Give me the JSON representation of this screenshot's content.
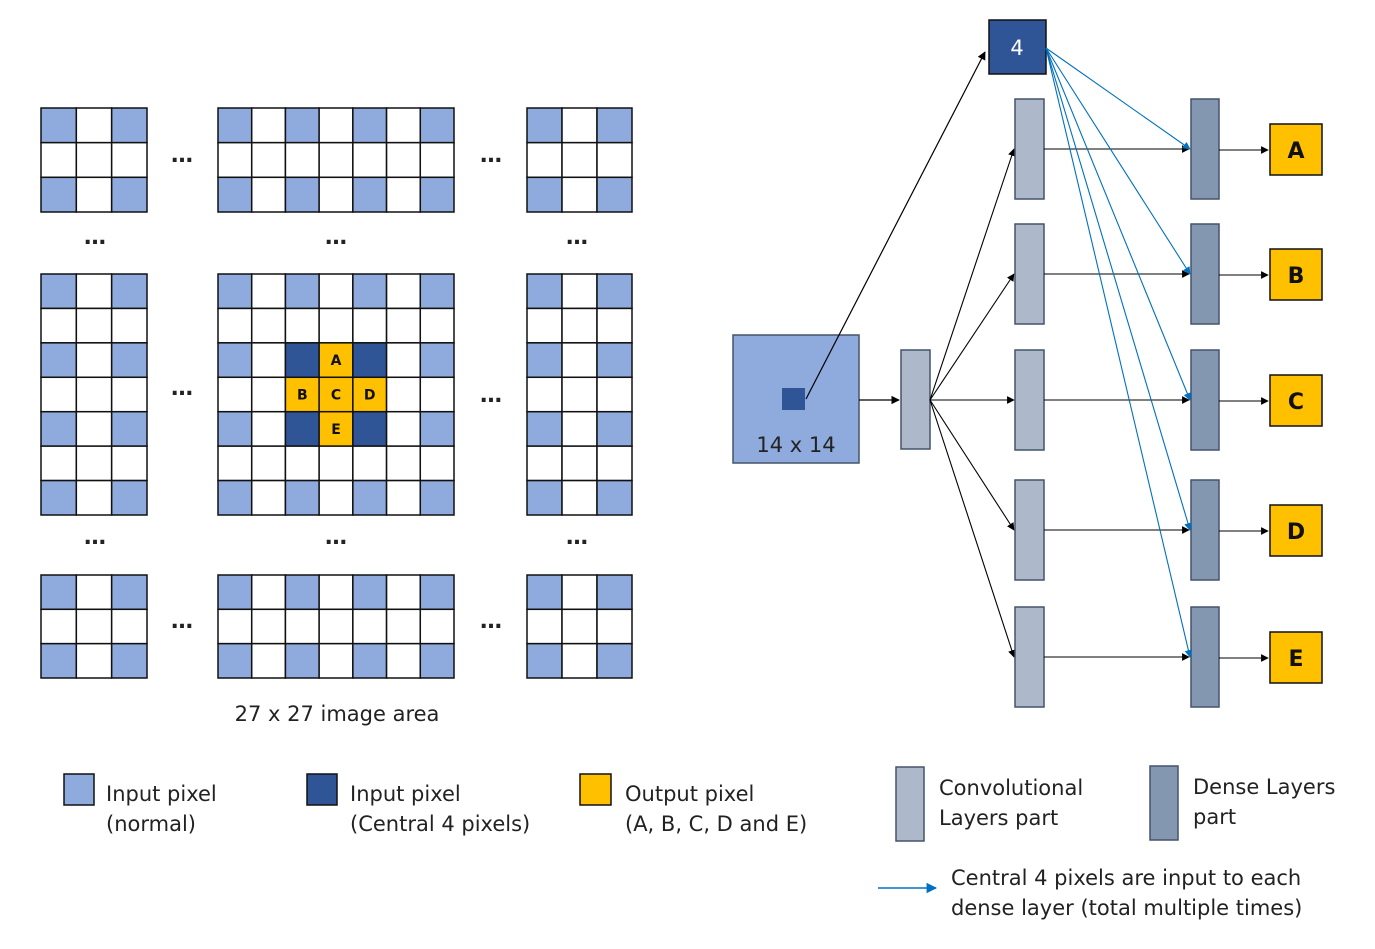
{
  "colors": {
    "input_normal": "#8FAADC",
    "input_central": "#2F5597",
    "output": "#FFC000",
    "conv": "#ADB9CA",
    "dense": "#8497B0",
    "input_box": "#8FAADC",
    "arrow_blue": "#0070C0",
    "arrow_black": "#000000"
  },
  "grid": {
    "ellipsis": "…",
    "vertical_ellipsis": "…",
    "center_labels": [
      "A",
      "B",
      "C",
      "D",
      "E"
    ],
    "caption": "27 x 27 image area"
  },
  "network": {
    "input_label": "14 x 14",
    "top_node_label": "4",
    "outputs": [
      "A",
      "B",
      "C",
      "D",
      "E"
    ]
  },
  "legend": {
    "input_normal": [
      "Input pixel",
      "(normal)"
    ],
    "input_central": [
      "Input pixel",
      "(Central 4 pixels)"
    ],
    "output": [
      "Output pixel",
      "(A, B, C, D and E)"
    ],
    "conv": [
      "Convolutional",
      "Layers part"
    ],
    "dense": [
      "Dense Layers",
      "part"
    ],
    "blue_arrow": [
      "Central 4 pixels are input to each",
      "dense layer (total multiple times)"
    ]
  }
}
